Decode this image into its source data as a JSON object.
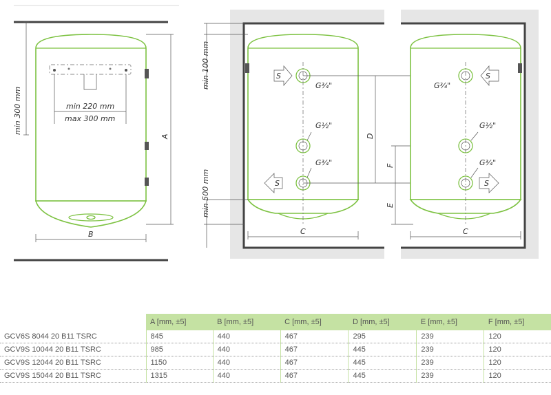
{
  "labels": {
    "min300": "min 300 mm",
    "min220": "min 220 mm",
    "max300": "max 300 mm",
    "A": "A",
    "B": "B",
    "C": "C",
    "D": "D",
    "E": "E",
    "F": "F",
    "min100": "min 100 mm",
    "min500": "min 500 mm",
    "S": "S",
    "G34": "G¾\"",
    "G12": "G½\""
  },
  "table": {
    "headers": [
      "",
      "A [mm, ±5]",
      "B [mm, ±5]",
      "C [mm, ±5]",
      "D [mm, ±5]",
      "E [mm, ±5]",
      "F [mm, ±5]"
    ],
    "rows": [
      [
        "GCV6S 8044 20 B11 TSRC",
        "845",
        "440",
        "467",
        "295",
        "239",
        "120"
      ],
      [
        "GCV9S 10044 20 B11 TSRC",
        "985",
        "440",
        "467",
        "445",
        "239",
        "120"
      ],
      [
        "GCV9S 12044 20 B11 TSRC",
        "1150",
        "440",
        "467",
        "445",
        "239",
        "120"
      ],
      [
        "GCV9S 15044 20 B11 TSRC",
        "1315",
        "440",
        "467",
        "445",
        "239",
        "120"
      ]
    ]
  },
  "colors": {
    "outline": "#7dc242",
    "header": "#c5e2a3",
    "wall": "#e6e6e6"
  }
}
